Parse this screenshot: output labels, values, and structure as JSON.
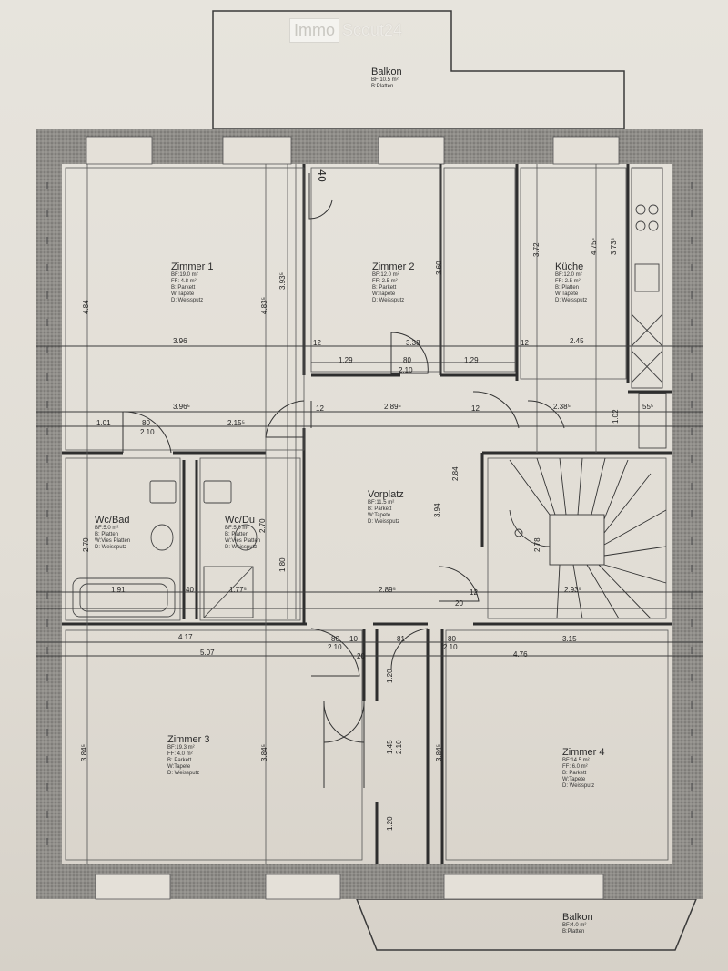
{
  "logo": {
    "part1": "Immo",
    "part2": "Scout24"
  },
  "rooms": {
    "balkon_top": {
      "name": "Balkon",
      "specs": [
        "BF:10.5 m²",
        "B:Platten"
      ]
    },
    "zimmer1": {
      "name": "Zimmer 1",
      "specs": [
        "BF:19.0 m²",
        "FF: 4.8 m²",
        "B: Parkett",
        "W:Tapete",
        "D: Weissputz"
      ]
    },
    "zimmer2": {
      "name": "Zimmer 2",
      "specs": [
        "BF:12.0 m²",
        "FF: 2.5 m²",
        "B: Parkett",
        "W:Tapete",
        "D: Weissputz"
      ]
    },
    "kueche": {
      "name": "Küche",
      "specs": [
        "BF:12.0 m²",
        "FF: 2.5 m²",
        "B: Platten",
        "W:Tapete",
        "D: Weissputz"
      ]
    },
    "wcbad": {
      "name": "Wc/Bad",
      "specs": [
        "BF:5.0 m²",
        "B: Platten",
        "W:Vies Platten",
        "D: Weissputz"
      ]
    },
    "wcdu": {
      "name": "Wc/Du",
      "specs": [
        "BF:5.0 m²",
        "B: Platten",
        "W:Vies Platten",
        "D: Weissputz"
      ]
    },
    "vorplatz": {
      "name": "Vorplatz",
      "specs": [
        "BF:11.5 m²",
        "B: Parkett",
        "W:Tapete",
        "D: Weissputz"
      ]
    },
    "zimmer3": {
      "name": "Zimmer 3",
      "specs": [
        "BF:19.3 m²",
        "FF: 4.0 m²",
        "B: Parkett",
        "W:Tapete",
        "D: Weissputz"
      ]
    },
    "zimmer4": {
      "name": "Zimmer 4",
      "specs": [
        "BF:14.5 m²",
        "FF: 6.0 m²",
        "B: Parkett",
        "W:Tapete",
        "D: Weissputz"
      ]
    },
    "balkon_bottom": {
      "name": "Balkon",
      "specs": [
        "BF:4.0 m²",
        "B:Platten"
      ]
    }
  },
  "dims": {
    "d_396": "3.96",
    "d_338": "3.38",
    "d_245": "2.45",
    "d_12a": "12",
    "d_12b": "12",
    "d_129a": "1.29",
    "d_80a": "80",
    "d_129b": "1.29",
    "d_210a": "2.10",
    "d_3965": "3.96⁵",
    "d_2895a": "2.89⁵",
    "d_2385": "2.38⁵",
    "d_12c": "12",
    "d_12d": "12",
    "d_101": "1.01",
    "d_80b": "80",
    "d_2155": "2.15⁵",
    "d_210b": "2.10",
    "d_191": "1.91",
    "d_40": "40",
    "d_1775": "1.77⁵",
    "d_2895b": "2.89⁵",
    "d_2935": "2.93⁵",
    "d_12e": "12",
    "d_80c": "80",
    "d_20a": "20",
    "d_417": "4.17",
    "d_80d": "80",
    "d_10": "10",
    "d_81": "81",
    "d_315": "3.15",
    "d_210c": "2.10",
    "d_210d": "2.10",
    "d_507": "5.07",
    "d_20b": "20",
    "d_476": "4.76",
    "d_555": "55⁵"
  },
  "vdims": {
    "v_484": "4.84",
    "v_4835": "4.83⁵",
    "v_3935": "3.93⁵",
    "v_360": "3.60",
    "v_372": "3.72",
    "v_4755": "4.75⁵",
    "v_3735": "3.73⁵",
    "v_270a": "2.70",
    "v_270b": "2.70",
    "v_180": "1.80",
    "v_284": "2.84",
    "v_394": "3.94",
    "v_278": "2.78",
    "v_3845a": "3.84⁵",
    "v_3845b": "3.84⁵",
    "v_3845c": "3.84⁵",
    "v_120a": "1.20",
    "v_145": "1.45",
    "v_210": "2.10",
    "v_120b": "1.20",
    "v_102": "1.02"
  },
  "handwriting": "40"
}
